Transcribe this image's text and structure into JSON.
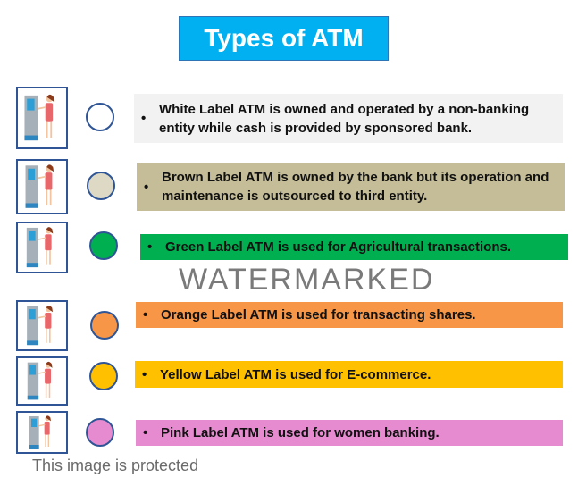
{
  "title": "Types of ATM",
  "rows": [
    {
      "text": "White Label ATM is owned and operated by a non-banking entity while cash is provided by sponsored bank.",
      "color": "#f2f2f2",
      "circle": "#ffffff"
    },
    {
      "text": "Brown Label ATM is owned by the bank but its operation and maintenance is outsourced to third entity.",
      "color": "#c4bd97",
      "circle": "#ddd9c4"
    },
    {
      "text": "Green Label ATM is used for Agricultural transactions.",
      "color": "#00b050",
      "circle": "#00b050"
    },
    {
      "text": "Orange Label ATM is used for transacting shares.",
      "color": "#f79646",
      "circle": "#f79646"
    },
    {
      "text": "Yellow Label ATM is used for E-commerce.",
      "color": "#ffc000",
      "circle": "#ffc000"
    },
    {
      "text": "Pink Label ATM is used for women banking.",
      "color": "#e68bcf",
      "circle": "#e68bcf"
    }
  ],
  "bullet": "•",
  "watermark": "WATERMARKED",
  "protected_note": "This image is protected"
}
